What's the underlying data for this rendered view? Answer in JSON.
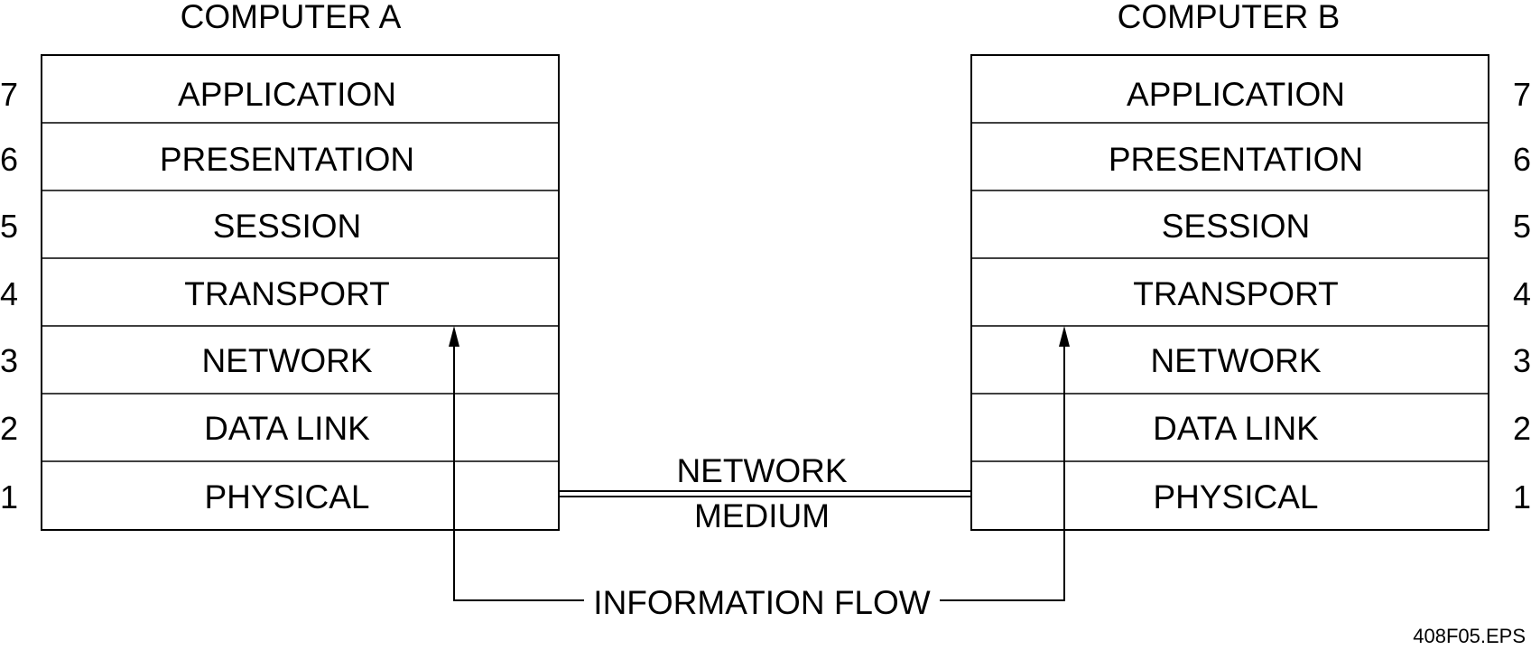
{
  "colors": {
    "line": "#000000",
    "background": "#ffffff"
  },
  "computer_a": {
    "title": "COMPUTER A",
    "layers": [
      {
        "number": "7",
        "name": "APPLICATION"
      },
      {
        "number": "6",
        "name": "PRESENTATION"
      },
      {
        "number": "5",
        "name": "SESSION"
      },
      {
        "number": "4",
        "name": "TRANSPORT"
      },
      {
        "number": "3",
        "name": "NETWORK"
      },
      {
        "number": "2",
        "name": "DATA LINK"
      },
      {
        "number": "1",
        "name": "PHYSICAL"
      }
    ]
  },
  "computer_b": {
    "title": "COMPUTER B",
    "layers": [
      {
        "number": "7",
        "name": "APPLICATION"
      },
      {
        "number": "6",
        "name": "PRESENTATION"
      },
      {
        "number": "5",
        "name": "SESSION"
      },
      {
        "number": "4",
        "name": "TRANSPORT"
      },
      {
        "number": "3",
        "name": "NETWORK"
      },
      {
        "number": "2",
        "name": "DATA LINK"
      },
      {
        "number": "1",
        "name": "PHYSICAL"
      }
    ]
  },
  "medium": {
    "line1": "NETWORK",
    "line2": "MEDIUM"
  },
  "flow": {
    "label": "INFORMATION FLOW"
  },
  "figure_id": "408F05.EPS"
}
